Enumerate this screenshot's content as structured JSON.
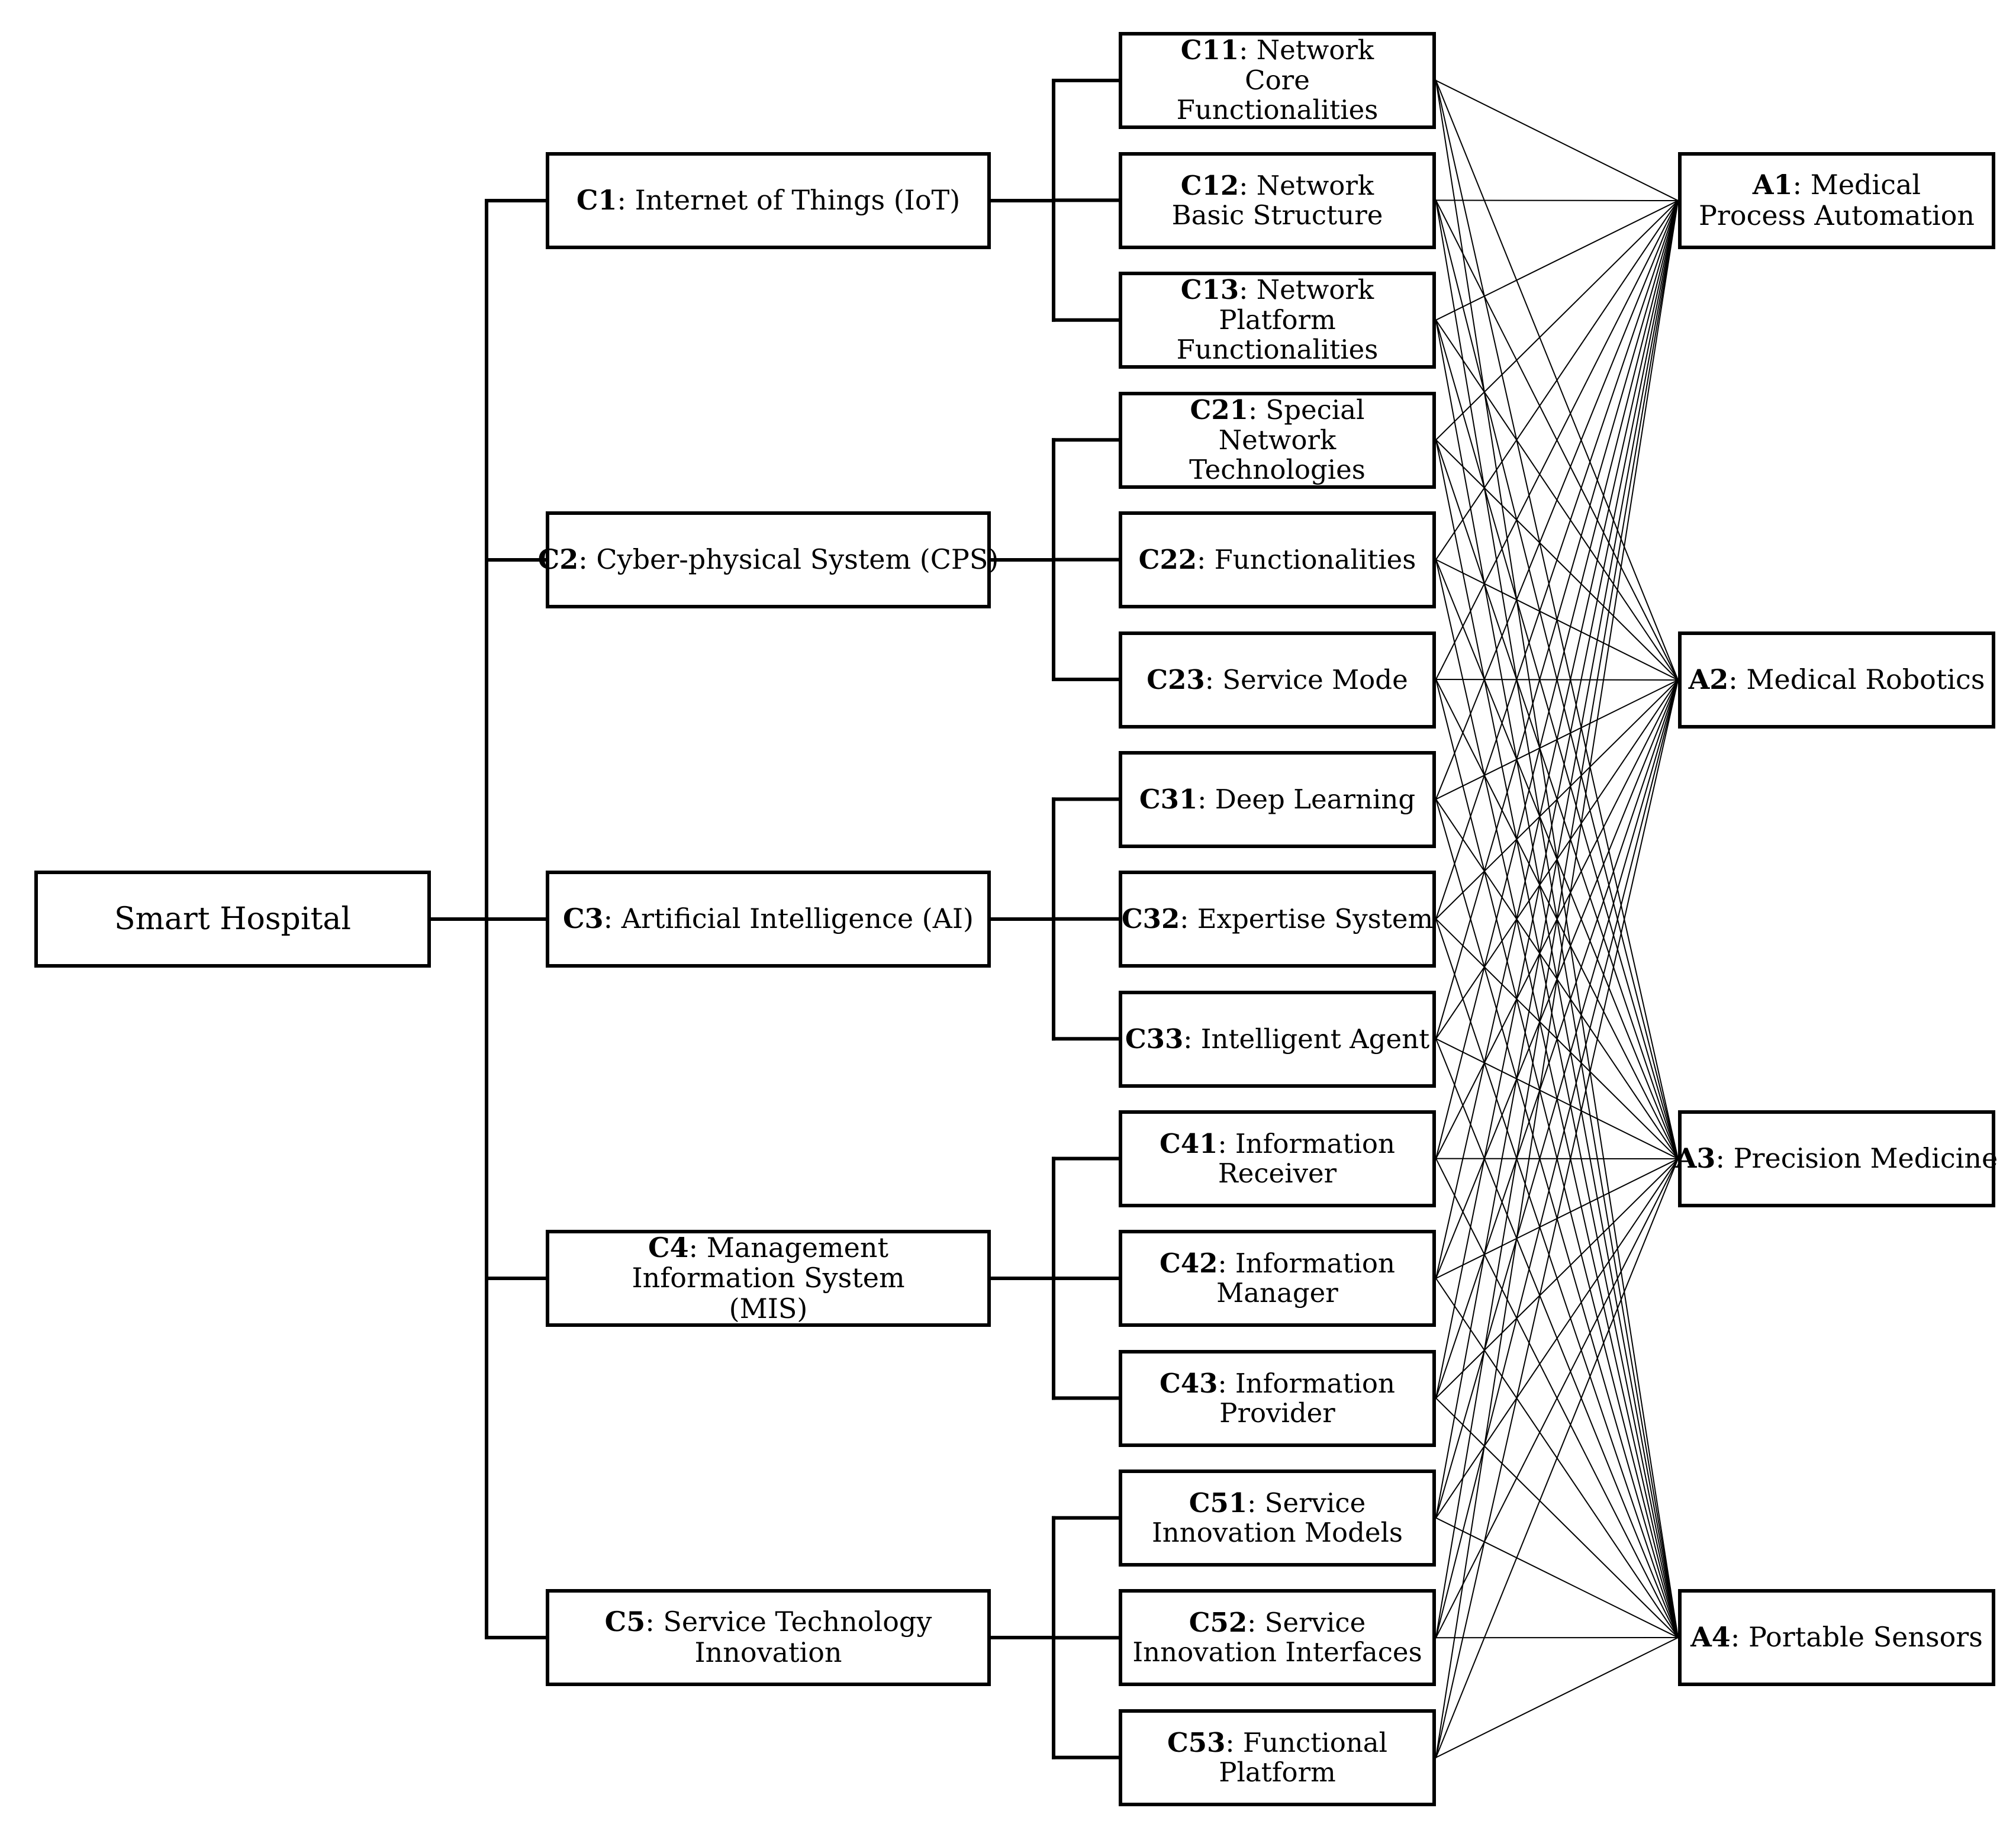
{
  "root": {
    "label": "Smart Hospital"
  },
  "criteria": [
    {
      "code": "C1",
      "label": "Internet of Things (IoT)",
      "subs": [
        {
          "code": "C11",
          "label": "Network Core Functionalities"
        },
        {
          "code": "C12",
          "label": "Network Basic Structure"
        },
        {
          "code": "C13",
          "label": "Network Platform Functionalities"
        }
      ]
    },
    {
      "code": "C2",
      "label": "Cyber-physical System (CPS)",
      "subs": [
        {
          "code": "C21",
          "label": "Special Network Technologies"
        },
        {
          "code": "C22",
          "label": "Functionalities"
        },
        {
          "code": "C23",
          "label": "Service Mode"
        }
      ]
    },
    {
      "code": "C3",
      "label": "Artificial Intelligence (AI)",
      "subs": [
        {
          "code": "C31",
          "label": "Deep Learning"
        },
        {
          "code": "C32",
          "label": "Expertise System"
        },
        {
          "code": "C33",
          "label": "Intelligent Agent"
        }
      ]
    },
    {
      "code": "C4",
      "label": "Management Information System (MIS)",
      "subs": [
        {
          "code": "C41",
          "label": "Information Receiver"
        },
        {
          "code": "C42",
          "label": "Information Manager"
        },
        {
          "code": "C43",
          "label": "Information Provider"
        }
      ]
    },
    {
      "code": "C5",
      "label": "Service Technology Innovation",
      "subs": [
        {
          "code": "C51",
          "label": "Service Innovation Models"
        },
        {
          "code": "C52",
          "label": "Service Innovation Interfaces"
        },
        {
          "code": "C53",
          "label": "Functional Platform"
        }
      ]
    }
  ],
  "alternatives": [
    {
      "code": "A1",
      "label": "Medical Process Automation"
    },
    {
      "code": "A2",
      "label": "Medical Robotics"
    },
    {
      "code": "A3",
      "label": "Precision Medicine"
    },
    {
      "code": "A4",
      "label": "Portable Sensors"
    }
  ]
}
